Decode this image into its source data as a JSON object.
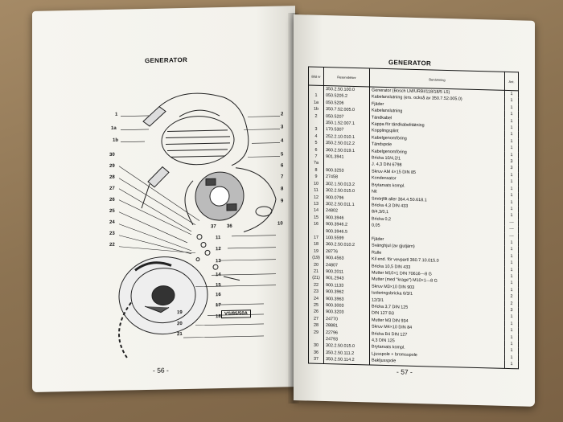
{
  "left_page": {
    "title": "GENERATOR",
    "page_number": "- 56 -",
    "model_code": "VS/85/50A",
    "callouts": [
      "1",
      "1a",
      "1b",
      "2",
      "3",
      "4",
      "5",
      "6",
      "7",
      "8",
      "9",
      "10",
      "11",
      "12",
      "13",
      "14",
      "15",
      "16",
      "17",
      "18",
      "19",
      "20",
      "21",
      "22",
      "23",
      "24",
      "25",
      "26",
      "27",
      "28",
      "29",
      "30",
      "36",
      "37"
    ]
  },
  "right_page": {
    "title": "GENERATOR",
    "page_number": "- 57 -",
    "headers": [
      "Bild nr",
      "Reservdelsnr",
      "Benämning",
      "Ant."
    ],
    "rows": [
      [
        "",
        "350.2.50.100.0",
        "Generator (Bosch LM/URBI/118/18/5 L5)",
        "1"
      ],
      [
        "1",
        "050.5205.2",
        "Kabelanslutning (ers. också av 350.7.52.005.0)",
        "1"
      ],
      [
        "1a",
        "050.5206",
        "Fjäder",
        "1"
      ],
      [
        "1b",
        "350.7.52.005.0",
        "Kabelanslutning",
        "1"
      ],
      [
        "2",
        "050.5207",
        "Tändkabel",
        "1"
      ],
      [
        "",
        "350.1.52.007.1",
        "Kappa för tändkabelitätning",
        "1"
      ],
      [
        "3",
        "170.5307",
        "Kopplingsplint",
        "1"
      ],
      [
        "4",
        "252.2.10.010.1",
        "Kabelgenomföring",
        "1"
      ],
      [
        "5",
        "350.2.50.012.2",
        "Tändspole",
        "1"
      ],
      [
        "6",
        "360.2.50.019.1",
        "Kabelgenomföring",
        "1"
      ],
      [
        "7",
        "901.3941",
        "Bricka 10/4,2/1",
        "3"
      ],
      [
        "7a",
        "",
        "J. 4,3 DIN 6798",
        "3"
      ],
      [
        "8",
        "900.3253",
        "Skruv AM 4×15 DIN 85",
        "1"
      ],
      [
        "9",
        "27458",
        "Kondensator",
        "1"
      ],
      [
        "10",
        "302.1.50.013.2",
        "Brytarsats kompl.",
        "1"
      ],
      [
        "11",
        "302.2.50.015.0",
        "Nit",
        "1"
      ],
      [
        "12",
        "900.0796",
        "Smörjfilt aller 364.4.50.618.1",
        "1"
      ],
      [
        "13",
        "302.2.50.011.1",
        "Bricka 4,3 DIN 433",
        "1"
      ],
      [
        "14",
        "24802",
        "8/4,3/0,1",
        "1"
      ],
      [
        "15",
        "900.3946",
        "Bricka 0,2",
        "—"
      ],
      [
        "16",
        "900.3946.2",
        "0,05",
        "—"
      ],
      [
        "",
        "900.3946.5",
        "",
        "—"
      ],
      [
        "17",
        "100.5599",
        "Fjäder",
        "1"
      ],
      [
        "18",
        "360.2.50.010.2",
        "Svänghjul (av gjutjärn)",
        "1"
      ],
      [
        "19",
        "28776",
        "Rulle",
        "1"
      ],
      [
        "(19)",
        "900.4563",
        "Kil end. för vevpartl 360.7.10.015.0",
        "1"
      ],
      [
        "20",
        "24807",
        "Bricka 10,5 DIN 433",
        "1"
      ],
      [
        "21",
        "900.2011",
        "Mutter M10×1 DIN 70616—8 G",
        "1"
      ],
      [
        "(21)",
        "901.2943",
        "Mutter (med \"krage\") M10×1—8 G",
        "1"
      ],
      [
        "22",
        "900.1133",
        "Skruv M3×10 DIN 903",
        "1"
      ],
      [
        "23",
        "900.3962",
        "Isoleringsbricka 6/3/1",
        "2"
      ],
      [
        "24",
        "900.3963",
        "12/3/1",
        "2"
      ],
      [
        "25",
        "900.3003",
        "Bricka 3,7 DIN 125",
        "3"
      ],
      [
        "26",
        "900.3203",
        "DIN 127 B3",
        "1"
      ],
      [
        "27",
        "24770",
        "Mutter M3 DIN 934",
        "1"
      ],
      [
        "28",
        "28881",
        "Skruv M4×10 DIN 84",
        "1"
      ],
      [
        "29",
        "22796",
        "Bricka B4 DIN 127",
        "1"
      ],
      [
        "",
        "24793",
        "4,3 DIN 125",
        "1"
      ],
      [
        "30",
        "302.2.50.015.0",
        "Brytarsats kompl.",
        "1"
      ],
      [
        "36",
        "350.2.50.111.2",
        "Ljusspole + bromsspole",
        "1"
      ],
      [
        "37",
        "350.2.50.114.2",
        "Bakljusspole",
        "1"
      ]
    ]
  }
}
